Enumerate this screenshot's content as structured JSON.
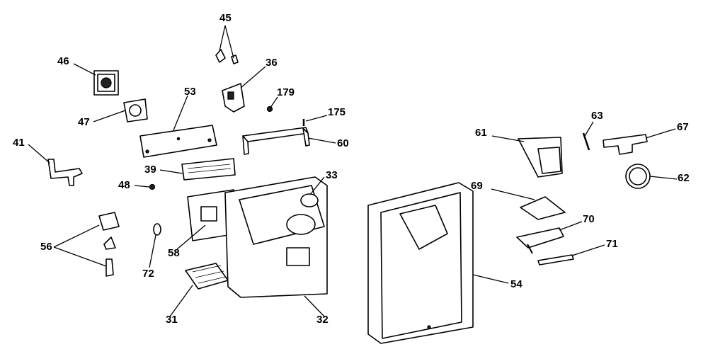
{
  "labels": {
    "p31": "31",
    "p32": "32",
    "p33": "33",
    "p36": "36",
    "p39": "39",
    "p41": "41",
    "p45": "45",
    "p46": "46",
    "p47": "47",
    "p48": "48",
    "p53": "53",
    "p54": "54",
    "p56": "56",
    "p58": "58",
    "p60": "60",
    "p61": "61",
    "p62": "62",
    "p63": "63",
    "p67": "67",
    "p69": "69",
    "p70": "70",
    "p71": "71",
    "p72": "72",
    "p175": "175",
    "p179": "179"
  }
}
